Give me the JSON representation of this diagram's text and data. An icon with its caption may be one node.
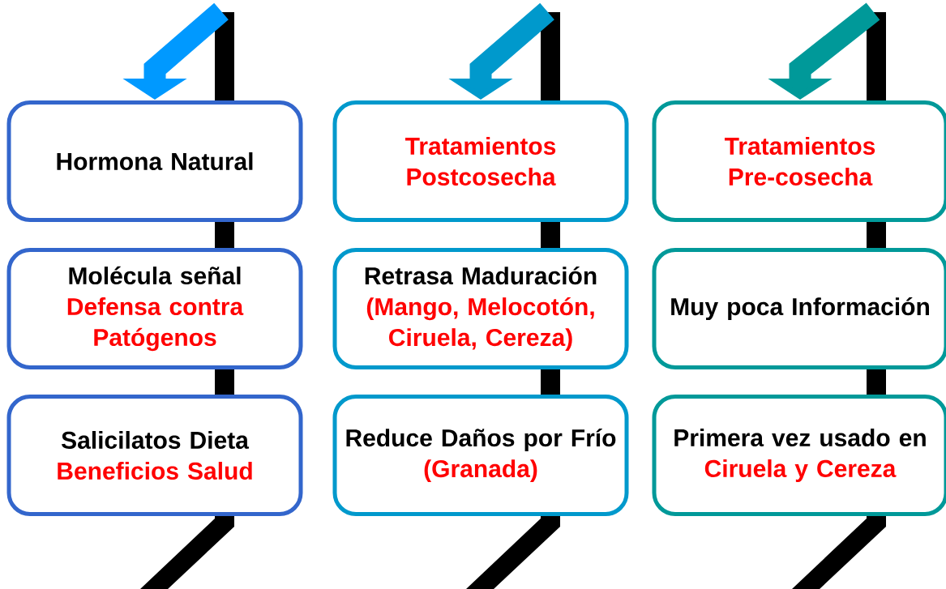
{
  "diagram": {
    "nodes": [
      {
        "text": [
          "Hormona Natural"
        ]
      },
      {
        "text": [
          "Molécula señal",
          "Defensa contra Patógenos"
        ]
      },
      {
        "text": [
          "Salicilatos Dieta",
          "Beneficios Salud"
        ]
      },
      {
        "text": [
          "Tratamientos Postcosecha"
        ]
      },
      {
        "text": [
          "Retrasa Maduración",
          "(Mango, Melocotón, Ciruela, Cereza)"
        ]
      },
      {
        "text": [
          "Reduce Daños por Frío",
          "(Granada)"
        ]
      },
      {
        "text": [
          "Tratamientos Pre-cosecha"
        ]
      },
      {
        "text": [
          "Muy poca Información"
        ]
      },
      {
        "text": [
          "Primera vez usado en",
          "Ciruela y Cereza"
        ]
      },
      {
        "text": [],
        "shape": "bar"
      },
      {
        "text": [],
        "shape": "bar"
      },
      {
        "text": [],
        "shape": "bar"
      }
    ],
    "edges": [
      {
        "from": 9,
        "to": 0,
        "arrow": "to",
        "color": "#0099ff"
      },
      {
        "from": 10,
        "to": 3,
        "arrow": "to",
        "color": "#0099cc"
      },
      {
        "from": 11,
        "to": 6,
        "arrow": "to",
        "color": "#009999"
      }
    ]
  }
}
